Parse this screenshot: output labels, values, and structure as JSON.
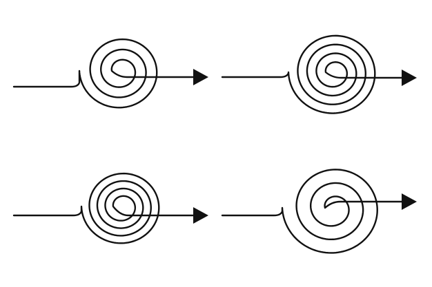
{
  "illustration": {
    "background_color": "#ffffff",
    "stroke_color": "#111111",
    "arrowhead_color": "#111111",
    "items": [
      {
        "name": "spiral-arrow-top-left",
        "turns": 3
      },
      {
        "name": "spiral-arrow-top-right",
        "turns": 4
      },
      {
        "name": "spiral-arrow-bottom-left",
        "turns": 4
      },
      {
        "name": "spiral-arrow-bottom-right",
        "turns": 3
      }
    ]
  }
}
